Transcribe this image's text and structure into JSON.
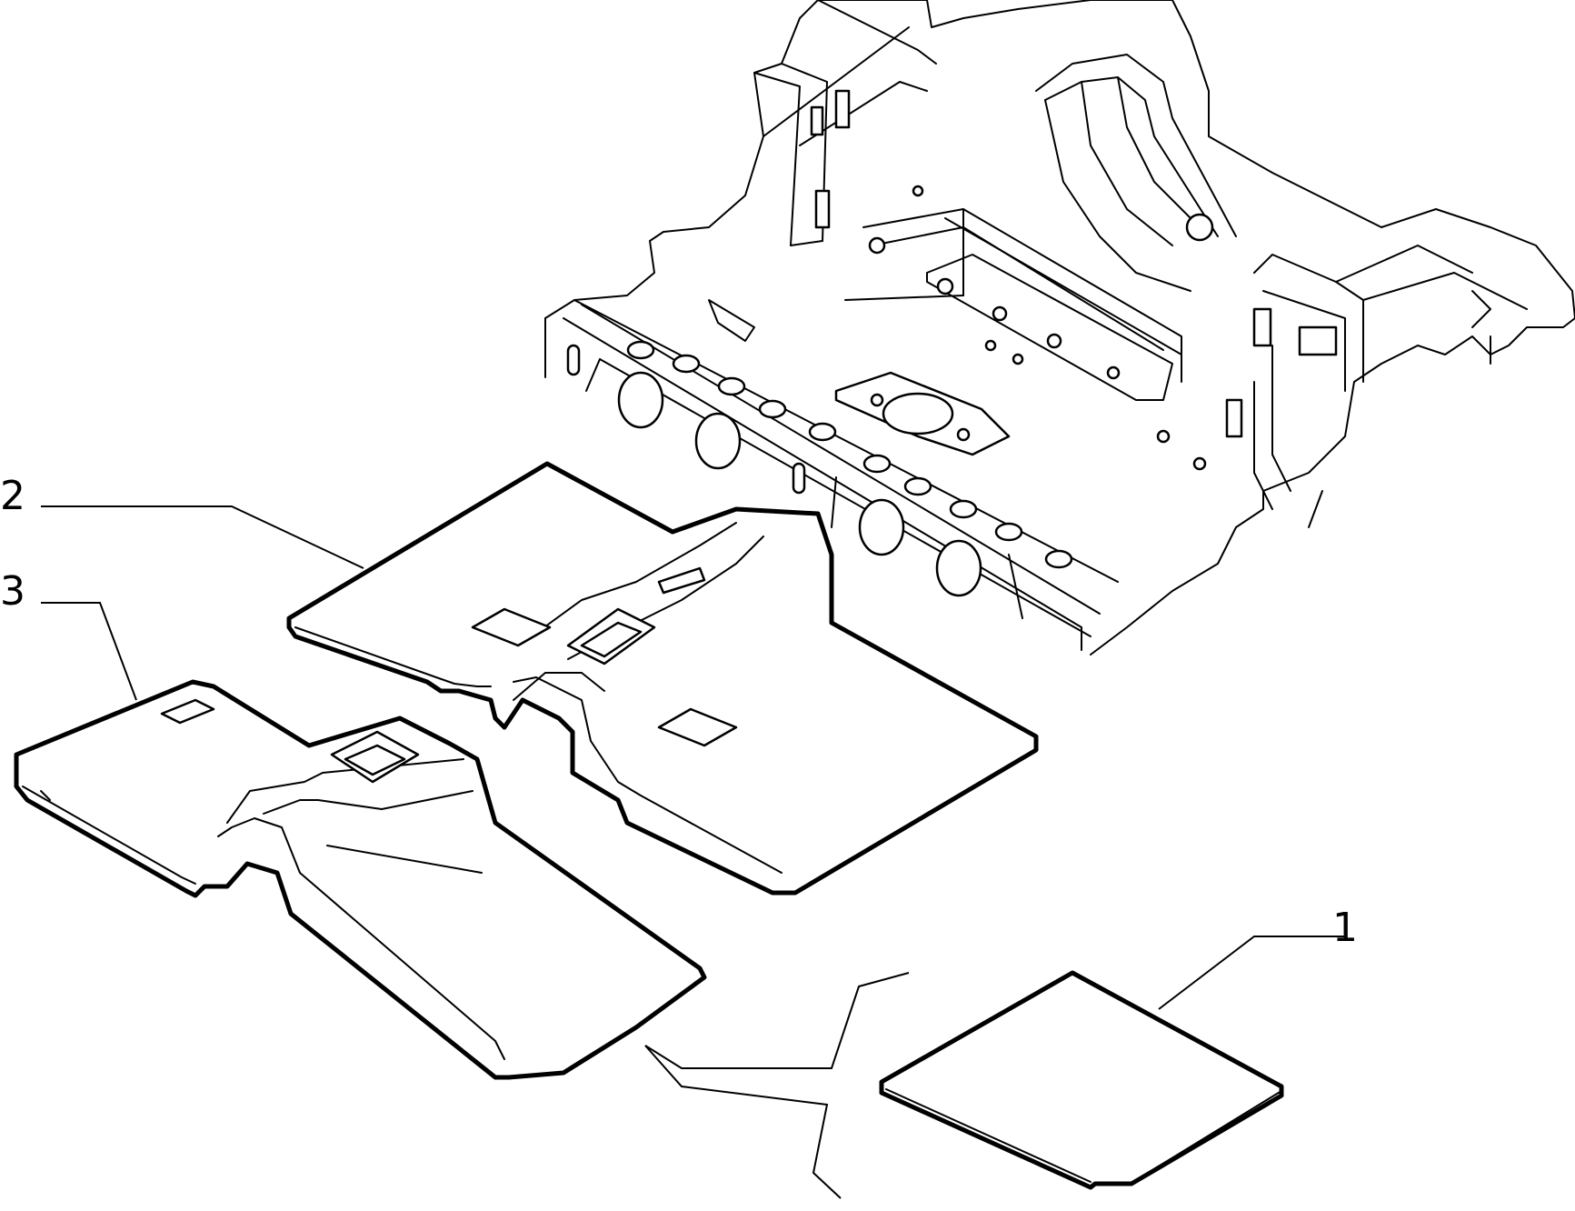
{
  "callouts": {
    "part_1": "1",
    "part_2": "2",
    "part_3": "3"
  },
  "colors": {
    "line": "#000000",
    "background": "#ffffff"
  }
}
